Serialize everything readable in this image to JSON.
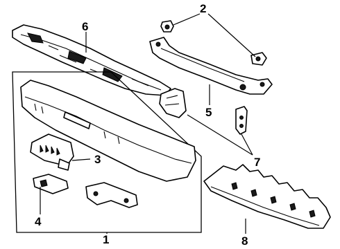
{
  "diagram": {
    "callouts": {
      "c1": "1",
      "c2": "2",
      "c3": "3",
      "c4": "4",
      "c5": "5",
      "c6": "6",
      "c7": "7",
      "c8": "8"
    },
    "colors": {
      "line": "#000000",
      "background": "#ffffff"
    }
  }
}
